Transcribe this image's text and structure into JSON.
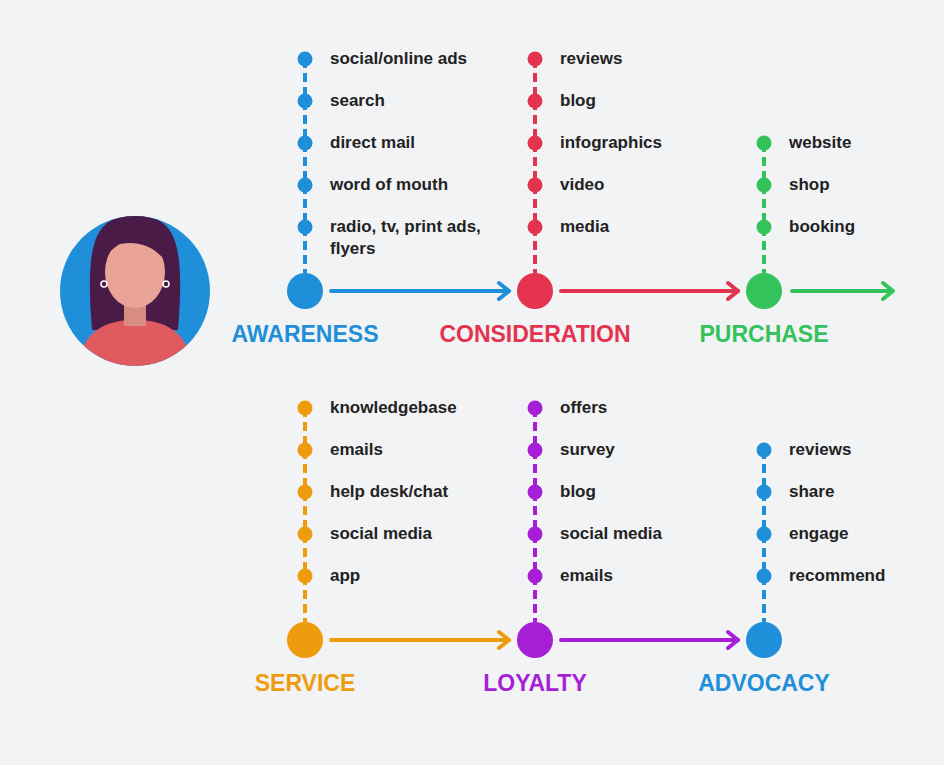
{
  "diagram": {
    "nodes": [
      {
        "text": [
          "AWARENESS"
        ]
      },
      {
        "text": [
          "CONSIDERATION"
        ]
      },
      {
        "text": [
          "PURCHASE"
        ]
      },
      {
        "text": [
          "SERVICE"
        ]
      },
      {
        "text": [
          "LOYALTY"
        ]
      },
      {
        "text": [
          "ADVOCACY"
        ]
      }
    ],
    "edges": [
      {
        "from": 0,
        "to": 1,
        "arrow": "to"
      },
      {
        "from": 1,
        "to": 2,
        "arrow": "to"
      },
      {
        "from": 3,
        "to": 4,
        "arrow": "to"
      },
      {
        "from": 4,
        "to": 5,
        "arrow": "to"
      }
    ],
    "labels": [
      "social/online ads",
      "search",
      "direct mail",
      "word of mouth",
      "radio, tv, print ads, flyers",
      "reviews",
      "blog",
      "infographics",
      "video",
      "media",
      "website",
      "shop",
      "booking",
      "knowledgebase",
      "emails",
      "help desk/chat",
      "social media",
      "app",
      "offers",
      "survey",
      "blog",
      "social media",
      "emails",
      "reviews",
      "share",
      "engage",
      "recommend"
    ]
  }
}
